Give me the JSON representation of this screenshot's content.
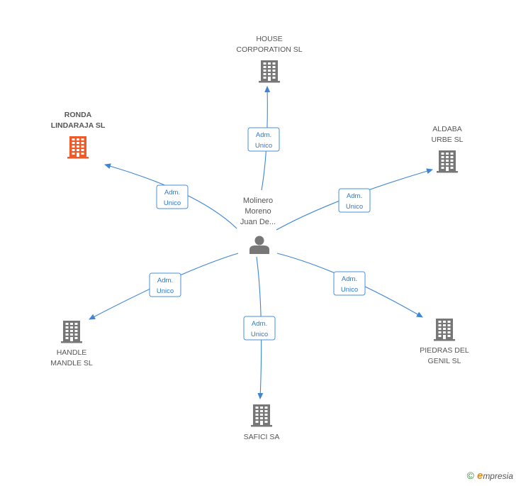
{
  "center": {
    "name_lines": [
      "Molinero",
      "Moreno",
      "Juan De..."
    ],
    "icon": "person-icon"
  },
  "nodes": [
    {
      "id": "house",
      "lines": [
        "HOUSE",
        "CORPORATION SL"
      ],
      "icon": "building-icon",
      "highlight": false
    },
    {
      "id": "ronda",
      "lines": [
        "RONDA",
        "LINDARAJA SL"
      ],
      "icon": "building-icon",
      "highlight": true
    },
    {
      "id": "aldaba",
      "lines": [
        "ALDABA",
        "URBE SL"
      ],
      "icon": "building-icon",
      "highlight": false
    },
    {
      "id": "handle",
      "lines": [
        "HANDLE",
        "MANDLE SL"
      ],
      "icon": "building-icon",
      "highlight": false
    },
    {
      "id": "safici",
      "lines": [
        "SAFICI SA"
      ],
      "icon": "building-icon",
      "highlight": false
    },
    {
      "id": "piedras",
      "lines": [
        "PIEDRAS DEL",
        "GENIL SL"
      ],
      "icon": "building-icon",
      "highlight": false
    }
  ],
  "edges": [
    {
      "to": "house",
      "label_lines": [
        "Adm.",
        "Unico"
      ]
    },
    {
      "to": "ronda",
      "label_lines": [
        "Adm.",
        "Unico"
      ]
    },
    {
      "to": "aldaba",
      "label_lines": [
        "Adm.",
        "Unico"
      ]
    },
    {
      "to": "handle",
      "label_lines": [
        "Adm.",
        "Unico"
      ]
    },
    {
      "to": "safici",
      "label_lines": [
        "Adm.",
        "Unico"
      ]
    },
    {
      "to": "piedras",
      "label_lines": [
        "Adm.",
        "Unico"
      ]
    }
  ],
  "colors": {
    "building": "#777777",
    "building_highlight": "#f05a2a",
    "person": "#777777",
    "edge": "#3d85d6"
  },
  "footer": {
    "copyright": "©",
    "brand_first": "e",
    "brand_rest": "mpresia"
  }
}
